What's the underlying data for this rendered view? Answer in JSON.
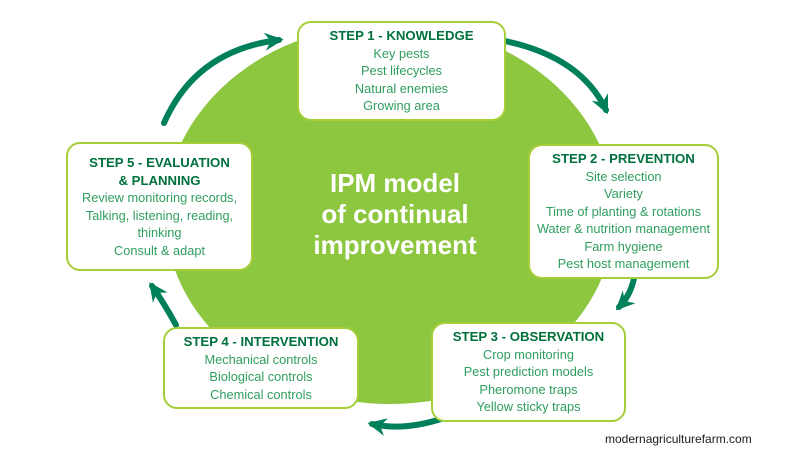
{
  "diagram": {
    "title_lines": [
      "IPM model",
      "of continual",
      "improvement"
    ]
  },
  "steps": [
    {
      "title": "STEP 1 - KNOWLEDGE",
      "items": [
        "Key pests",
        "Pest lifecycles",
        "Natural enemies",
        "Growing area"
      ]
    },
    {
      "title": "STEP 2 - PREVENTION",
      "items": [
        "Site selection",
        "Variety",
        "Time of planting & rotations",
        "Water & nutrition management",
        "Farm hygiene",
        "Pest host management"
      ]
    },
    {
      "title": "STEP 3 - OBSERVATION",
      "items": [
        "Crop monitoring",
        "Pest prediction models",
        "Pheromone traps",
        "Yellow sticky traps"
      ]
    },
    {
      "title": "STEP 4 - INTERVENTION",
      "items": [
        "Mechanical controls",
        "Biological controls",
        "Chemical controls"
      ]
    },
    {
      "title": "STEP 5 - EVALUATION & PLANNING",
      "title_lines": [
        "STEP 5 - EVALUATION",
        "& PLANNING"
      ],
      "items": [
        "Review monitoring records,",
        "Talking, listening, reading,",
        "thinking",
        "Consult & adapt"
      ]
    }
  ],
  "watermark": "modernagriculturefarm.com",
  "icons": [
    "arrow-step5-to-step1",
    "arrow-step1-to-step2",
    "arrow-step2-to-step3",
    "arrow-step3-to-step4",
    "arrow-step4-to-step5"
  ],
  "colors": {
    "circle_fill": "#8dc63f",
    "card_border": "#a6ce39",
    "heading_text": "#00703c",
    "body_text": "#2f9e5f",
    "arrow": "#00805a",
    "center_text": "#ffffff",
    "watermark_text": "#1a1a1a"
  }
}
